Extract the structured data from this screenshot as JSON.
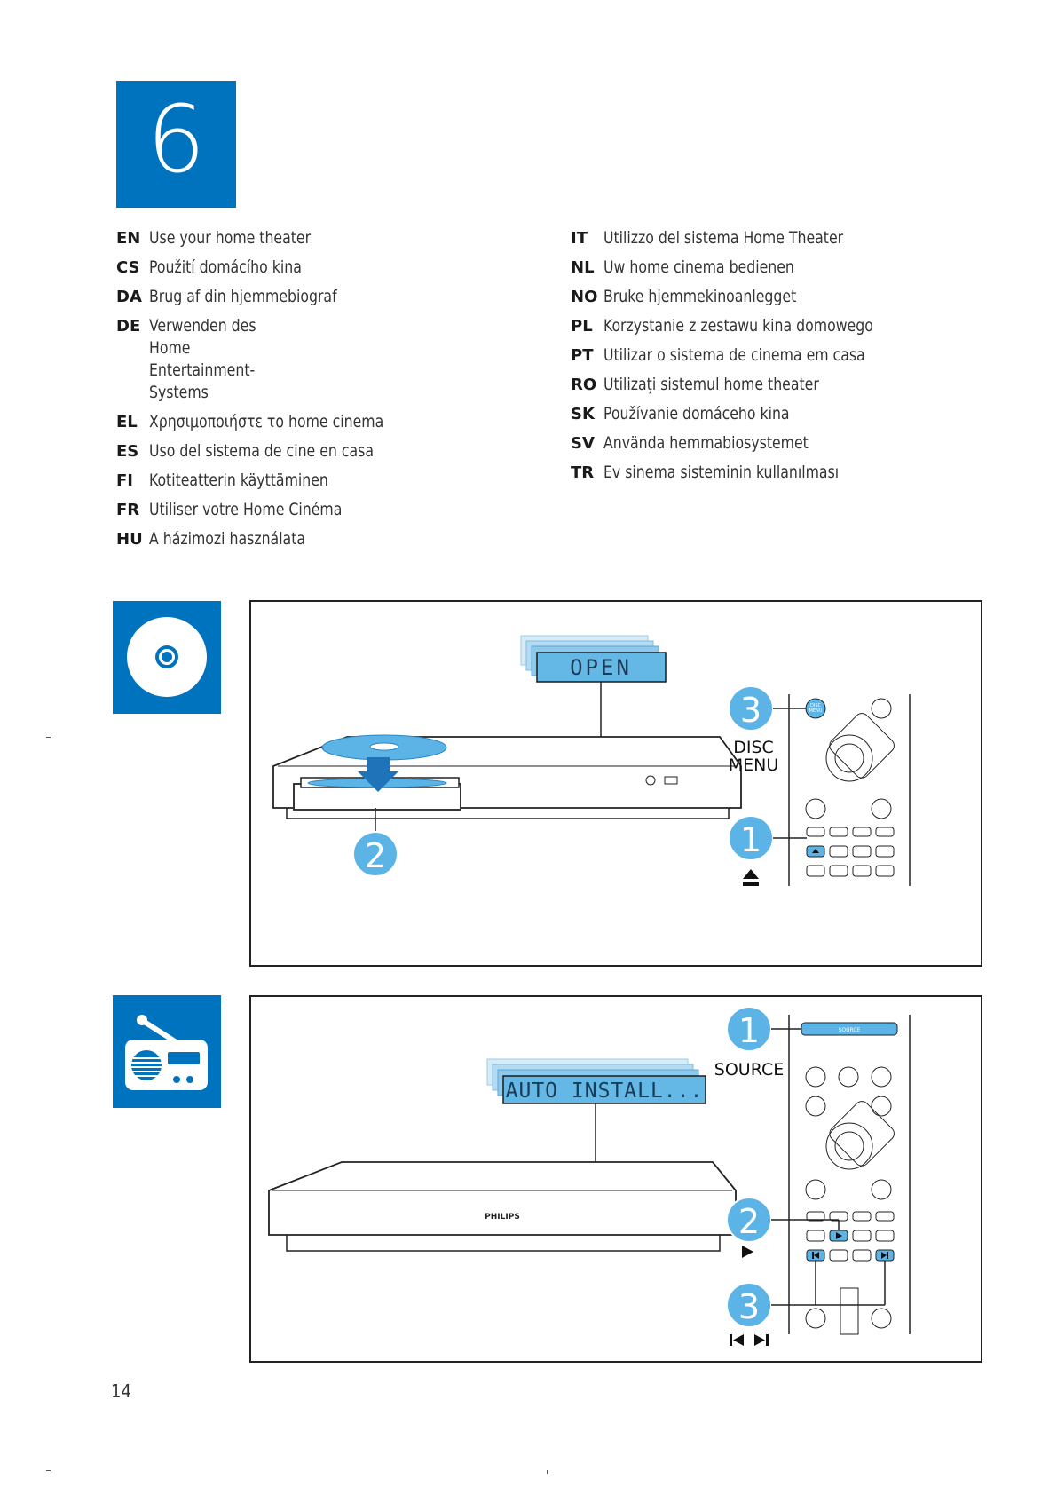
{
  "chapter": {
    "number": "6"
  },
  "languages_left": [
    {
      "code": "EN",
      "title": "Use your home theater"
    },
    {
      "code": "CS",
      "title": "Použití domácího kina"
    },
    {
      "code": "DA",
      "title": "Brug af din hjemmebiograf"
    },
    {
      "code": "DE",
      "title": "Verwenden des Home Entertainment-Systems"
    },
    {
      "code": "EL",
      "title": "Χρησιμοποιήστε το home cinema"
    },
    {
      "code": "ES",
      "title": "Uso del sistema de cine en casa"
    },
    {
      "code": "FI",
      "title": "Kotiteatterin käyttäminen"
    },
    {
      "code": "FR",
      "title": "Utiliser votre Home Cinéma"
    },
    {
      "code": "HU",
      "title": "A házimozi használata"
    }
  ],
  "languages_right": [
    {
      "code": "IT",
      "title": "Utilizzo del sistema Home Theater"
    },
    {
      "code": "NL",
      "title": "Uw home cinema bedienen"
    },
    {
      "code": "NO",
      "title": "Bruke hjemmekinoanlegget"
    },
    {
      "code": "PL",
      "title": "Korzystanie z zestawu kina domowego"
    },
    {
      "code": "PT",
      "title": "Utilizar o sistema de cinema em casa"
    },
    {
      "code": "RO",
      "title": "Utilizați sistemul home theater"
    },
    {
      "code": "SK",
      "title": "Používanie domáceho kina"
    },
    {
      "code": "SV",
      "title": "Använda hemmabiosystemet"
    },
    {
      "code": "TR",
      "title": "Ev sinema sisteminin kullanılması"
    }
  ],
  "disc_panel": {
    "icon": "disc-icon",
    "display_text": "OPEN",
    "step1": "1",
    "step2": "2",
    "step3": "3",
    "disc_menu_line1": "DISC",
    "disc_menu_line2": "MENU",
    "remote_disc_menu_button_line1": "DISC",
    "remote_disc_menu_button_line2": "MENU",
    "eject_symbol": "eject-icon"
  },
  "radio_panel": {
    "icon": "radio-icon",
    "display_text": "AUTO INSTALL...",
    "brand": "PHILIPS",
    "step1": "1",
    "step2": "2",
    "step3": "3",
    "source_label": "SOURCE",
    "remote_source_button": "SOURCE",
    "play_symbol": "play-icon",
    "skip_symbols": "previous-next-icon"
  },
  "colors": {
    "accent_blue": "#0073bf",
    "light_blue": "#5bb4e5",
    "display_blue": "#64b8e6"
  },
  "page": {
    "number": "14"
  }
}
